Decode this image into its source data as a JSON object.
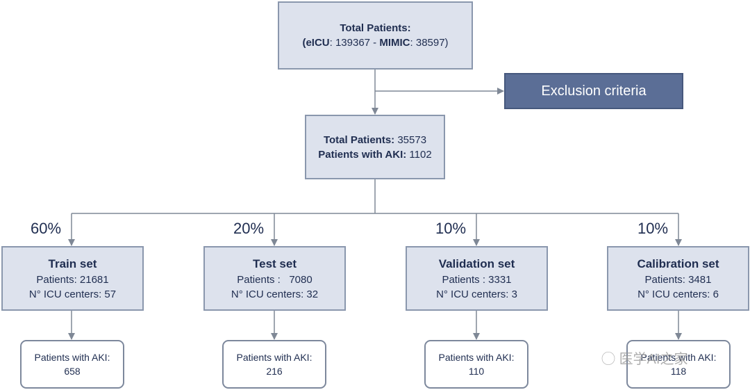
{
  "top": {
    "title": "Total Patients:",
    "elcu_label": "eICU",
    "elcu_value": ": 139367 - ",
    "mimic_label": "MIMIC",
    "mimic_value": ": 38597)",
    "open_paren": "("
  },
  "exclusion": {
    "label": "Exclusion criteria"
  },
  "middle": {
    "total_label": "Total Patients:",
    "total_value": " 35573",
    "aki_label": "Patients with AKI:",
    "aki_value": " 1102"
  },
  "splits": [
    {
      "percent": "60%",
      "name": "Train set",
      "patients": "Patients: 21681",
      "centers": "N° ICU centers: 57",
      "aki_label": "Patients with AKI:",
      "aki_value": "658"
    },
    {
      "percent": "20%",
      "name": "Test set",
      "patients": "Patients :   7080",
      "centers": "N° ICU centers: 32",
      "aki_label": "Patients with AKI:",
      "aki_value": "216"
    },
    {
      "percent": "10%",
      "name": "Validation set",
      "patients": "Patients : 3331",
      "centers": "N° ICU centers: 3",
      "aki_label": "Patients with AKI:",
      "aki_value": "110"
    },
    {
      "percent": "10%",
      "name": "Calibration set",
      "patients": "Patients: 3481",
      "centers": "N° ICU centers: 6",
      "aki_label": "Patients with AKI:",
      "aki_value": "118"
    }
  ],
  "watermark": "医学AI之家",
  "colors": {
    "box_fill": "#dde2ed",
    "box_border": "#8a97ad",
    "exclusion_fill": "#5b6e96",
    "text": "#1f2d50",
    "connector": "#7f8896"
  }
}
